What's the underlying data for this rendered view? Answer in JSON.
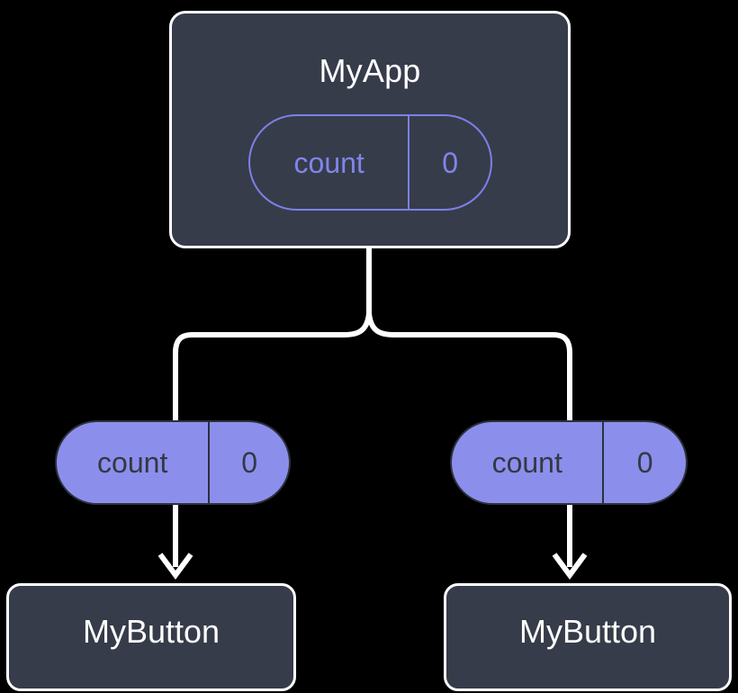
{
  "diagram": {
    "type": "widget-tree",
    "background_color": "#000000",
    "colors": {
      "card_fill": "#373C4A",
      "card_border": "#FFFFFF",
      "pill_outline": "#7C80E8",
      "pill_fill": "#8B8FEB",
      "pill_text_dark": "#343844",
      "pill_text_light": "#8085EC",
      "connector": "#FFFFFF",
      "title_text": "#FFFFFF"
    }
  },
  "root_node": {
    "title": "MyApp",
    "state": {
      "key": "count",
      "value": "0"
    }
  },
  "children": [
    {
      "state": {
        "key": "count",
        "value": "0"
      },
      "title": "MyButton"
    },
    {
      "state": {
        "key": "count",
        "value": "0"
      },
      "title": "MyButton"
    }
  ]
}
